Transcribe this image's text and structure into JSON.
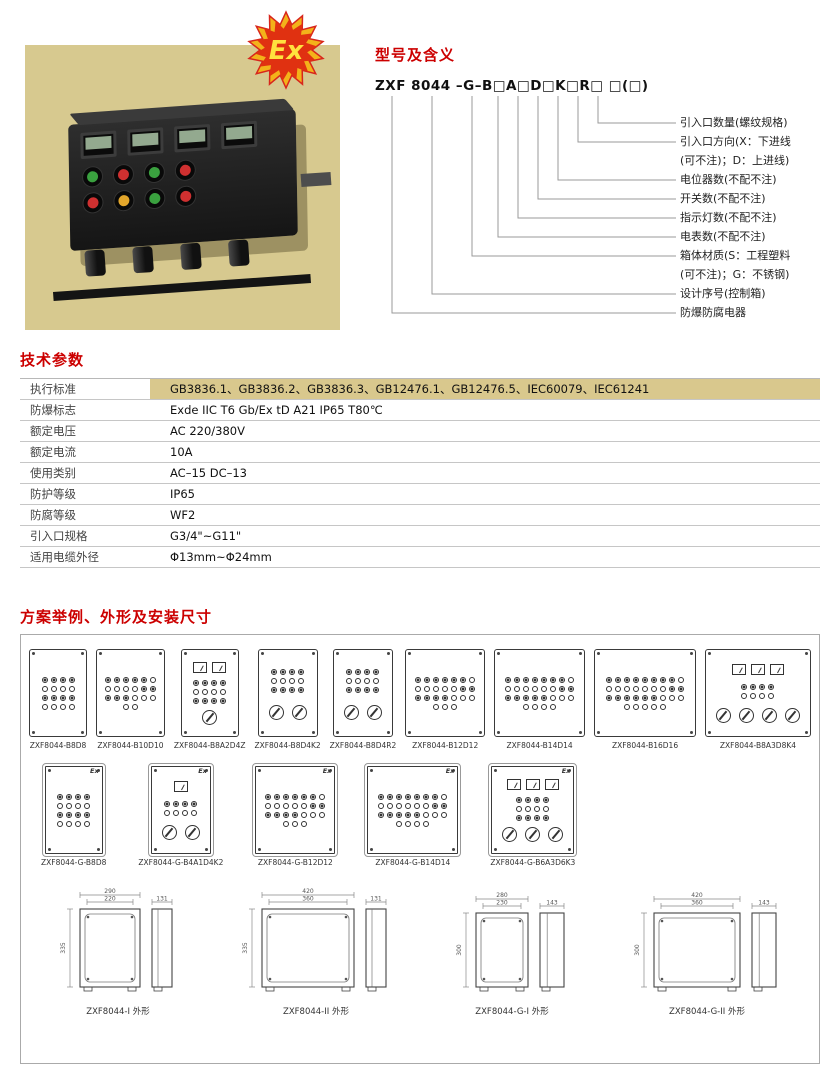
{
  "colors": {
    "accent_red": "#cc0000",
    "khaki_highlight": "#d9c88d",
    "photo_background": "#d7c98f"
  },
  "photo": {
    "ex_badge": "Ex",
    "buttons_row1": [
      "#3aa13f",
      "#cf3030",
      "#3aa13f",
      "#cf3030"
    ],
    "buttons_row2": [
      "#cf3030",
      "#e2a62b",
      "#3aa13f",
      "#cf3030"
    ]
  },
  "model": {
    "section_title": "型号及含义",
    "code": "ZXF 8044 –G–B□A□D□K□R□ □(□)",
    "labels": [
      "引入口数量(螺纹规格)",
      "引入口方向(X：下进线",
      "(可不注)；D：上进线)",
      "电位器数(不配不注)",
      "开关数(不配不注)",
      "指示灯数(不配不注)",
      "电表数(不配不注)",
      "箱体材质(S：工程塑料",
      "(可不注)；G：不锈钢)",
      "设计序号(控制箱)",
      "防爆防腐电器"
    ]
  },
  "tech": {
    "section_title": "技术参数",
    "rows": [
      {
        "label": "执行标准",
        "value": "GB3836.1、GB3836.2、GB3836.3、GB12476.1、GB12476.5、IEC60079、IEC61241",
        "highlight": true
      },
      {
        "label": "防爆标志",
        "value": "Exde IIC T6 Gb/Ex tD A21 IP65 T80℃"
      },
      {
        "label": "额定电压",
        "value": "AC 220/380V"
      },
      {
        "label": "额定电流",
        "value": "10A"
      },
      {
        "label": "使用类别",
        "value": "AC–15  DC–13"
      },
      {
        "label": "防护等级",
        "value": "IP65"
      },
      {
        "label": "防腐等级",
        "value": "WF2"
      },
      {
        "label": "引入口规格",
        "value": "G3/4\"~G11\""
      },
      {
        "label": "适用电缆外径",
        "value": "Φ13mm~Φ24mm"
      }
    ]
  },
  "schemes": {
    "section_title": "方案举例、外形及安装尺寸",
    "row1": [
      {
        "caption": "ZXF8044-B8D8",
        "cols": 4,
        "rows": 4,
        "meters": 0,
        "switches": 0
      },
      {
        "caption": "ZXF8044-B10D10",
        "cols": 5,
        "rows": 4,
        "meters": 0,
        "switches": 0
      },
      {
        "caption": "ZXF8044-B8A2D4Z",
        "cols": 4,
        "rows": 3,
        "meters": 2,
        "switches": 1
      },
      {
        "caption": "ZXF8044-B8D4K2",
        "cols": 4,
        "rows": 3,
        "meters": 0,
        "switches": 2
      },
      {
        "caption": "ZXF8044-B8D4R2",
        "cols": 4,
        "rows": 3,
        "meters": 0,
        "switches": 2
      },
      {
        "caption": "ZXF8044-B12D12",
        "cols": 6,
        "rows": 4,
        "meters": 0,
        "switches": 0
      },
      {
        "caption": "ZXF8044-B14D14",
        "cols": 7,
        "rows": 4,
        "meters": 0,
        "switches": 0
      },
      {
        "caption": "ZXF8044-B16D16",
        "cols": 8,
        "rows": 4,
        "meters": 0,
        "switches": 0
      },
      {
        "caption": "ZXF8044-B8A3D8K4",
        "cols": 4,
        "rows": 2,
        "meters": 3,
        "switches": 4
      }
    ],
    "row2": [
      {
        "caption": "ZXF8044-G-B8D8",
        "cols": 4,
        "rows": 4,
        "meters": 0,
        "switches": 0,
        "ex": true
      },
      {
        "caption": "ZXF8044-G-B4A1D4K2",
        "cols": 4,
        "rows": 2,
        "meters": 1,
        "switches": 2,
        "ex": true
      },
      {
        "caption": "ZXF8044-G-B12D12",
        "cols": 6,
        "rows": 4,
        "meters": 0,
        "switches": 0,
        "ex": true
      },
      {
        "caption": "ZXF8044-G-B14D14",
        "cols": 7,
        "rows": 4,
        "meters": 0,
        "switches": 0,
        "ex": true
      },
      {
        "caption": "ZXF8044-G-B6A3D6K3",
        "cols": 4,
        "rows": 3,
        "meters": 3,
        "switches": 3,
        "ex": true
      }
    ],
    "outlines": [
      {
        "caption": "ZXF8044-I 外形",
        "dims": [
          "290",
          "220",
          "335",
          "131"
        ],
        "fw": 60,
        "fh": 78,
        "sw": 20
      },
      {
        "caption": "ZXF8044-II 外形",
        "dims": [
          "420",
          "360",
          "335",
          "131"
        ],
        "fw": 92,
        "fh": 78,
        "sw": 20
      },
      {
        "caption": "ZXF8044-G-I 外形",
        "dims": [
          "280",
          "230",
          "300",
          "143"
        ],
        "fw": 52,
        "fh": 74,
        "sw": 24
      },
      {
        "caption": "ZXF8044-G-II 外形",
        "dims": [
          "420",
          "360",
          "300",
          "143"
        ],
        "fw": 86,
        "fh": 74,
        "sw": 24
      }
    ]
  }
}
